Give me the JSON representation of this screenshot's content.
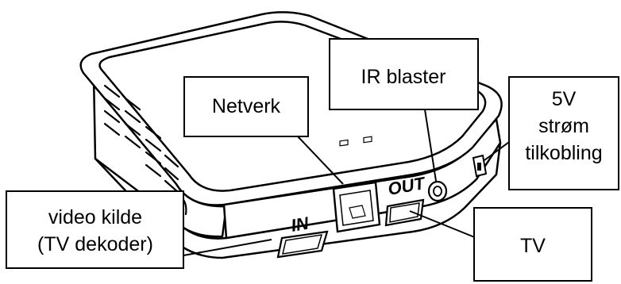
{
  "device": {
    "port_in_label": "IN",
    "port_out_label": "OUT"
  },
  "callouts": {
    "network": "Netverk",
    "ir_blaster": "IR blaster",
    "power_line1": "5V",
    "power_line2": "strøm",
    "power_line3": "tilkobling",
    "video_source_line1": "video kilde",
    "video_source_line2": "(TV dekoder)",
    "tv": "TV"
  }
}
